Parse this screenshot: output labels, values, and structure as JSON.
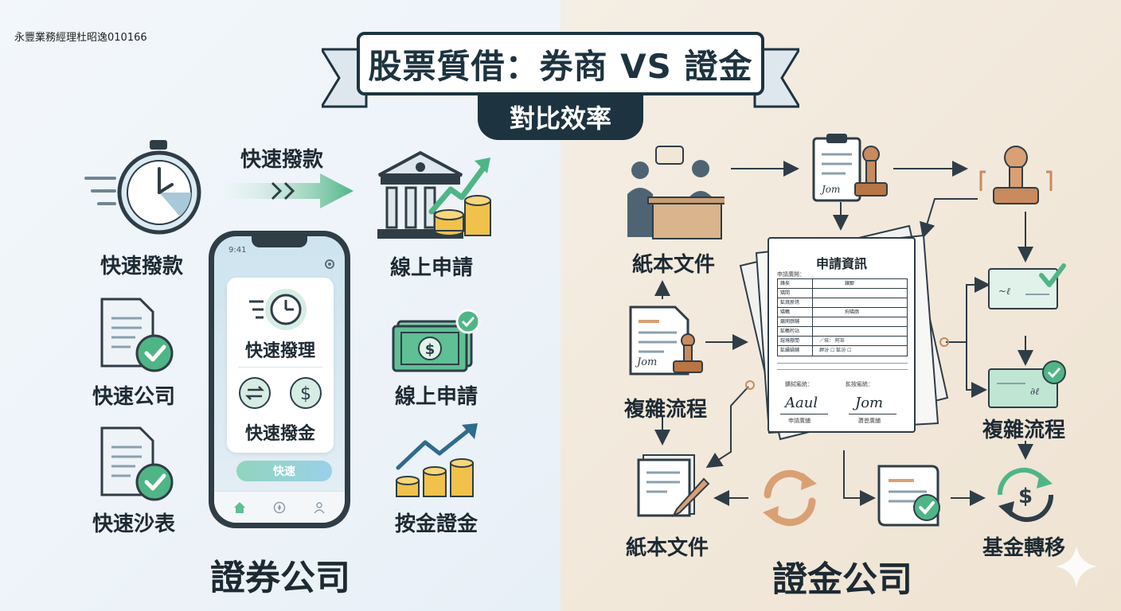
{
  "watermark": "永豐業務經理杜昭逸010166",
  "title": "股票質借：券商 VS 證金",
  "subtitle": "對比效率",
  "left": {
    "heading": "證券公司",
    "arrow_label": "快速撥款",
    "items": {
      "stopwatch": "快速撥款",
      "doc1": "快速公司",
      "doc2": "快速沙表",
      "bank": "線上申請",
      "money": "線上申請",
      "coins": "按金證金"
    },
    "phone": {
      "time": "9:41",
      "card_item1": "快速撥理",
      "card_item2": "快速撥金",
      "button": "快速"
    }
  },
  "right": {
    "heading": "證金公司",
    "items": {
      "counter": "紙本文件",
      "doc_stamp": "複雜流程",
      "doc_pen": "紙本文件",
      "check_right": "複雜流程",
      "fund": "基金轉移"
    },
    "form": {
      "title": "申請資訊",
      "header": "申請廣開：",
      "rows": [
        "鋒矣",
        "矯閏",
        "鉱焼瘀琇",
        "矯鵪",
        "鼐閑廓鋪",
        "鉱鵪枍站",
        "鍹境廢閒",
        "鉱續鍋鋪"
      ],
      "row_mid": [
        "鑲鯽",
        "",
        "",
        "拘矯廓",
        "",
        "",
        "／培：   阿苙",
        "鉀汾  ☐    鉱汾  ☐"
      ],
      "note_left": "鑛鋱瘢統：",
      "note_right": "鉱按瘢統：",
      "sign_left": "Aaul",
      "sign_right": "Jom",
      "sign_left_label": "申請廣鋪",
      "sign_right_label": "贗鬯廣鋪"
    },
    "signature": "Jom"
  },
  "colors": {
    "dark": "#1d3340",
    "green": "#4fb586",
    "teal": "#5fbf95",
    "tan": "#c98a5e",
    "gold": "#f0c24b"
  }
}
